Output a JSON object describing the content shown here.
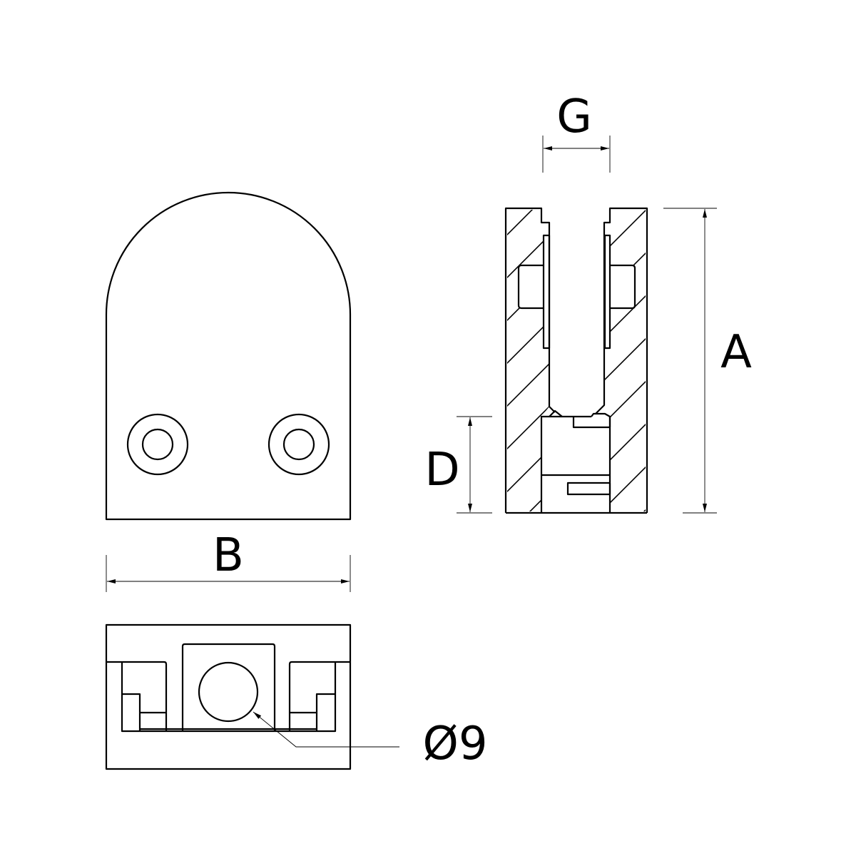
{
  "drawing": {
    "dimensions": {
      "A": "A",
      "B": "B",
      "D": "D",
      "G": "G",
      "hole_diameter": "Ø9"
    },
    "line_color": "#000000",
    "background": "#ffffff"
  }
}
